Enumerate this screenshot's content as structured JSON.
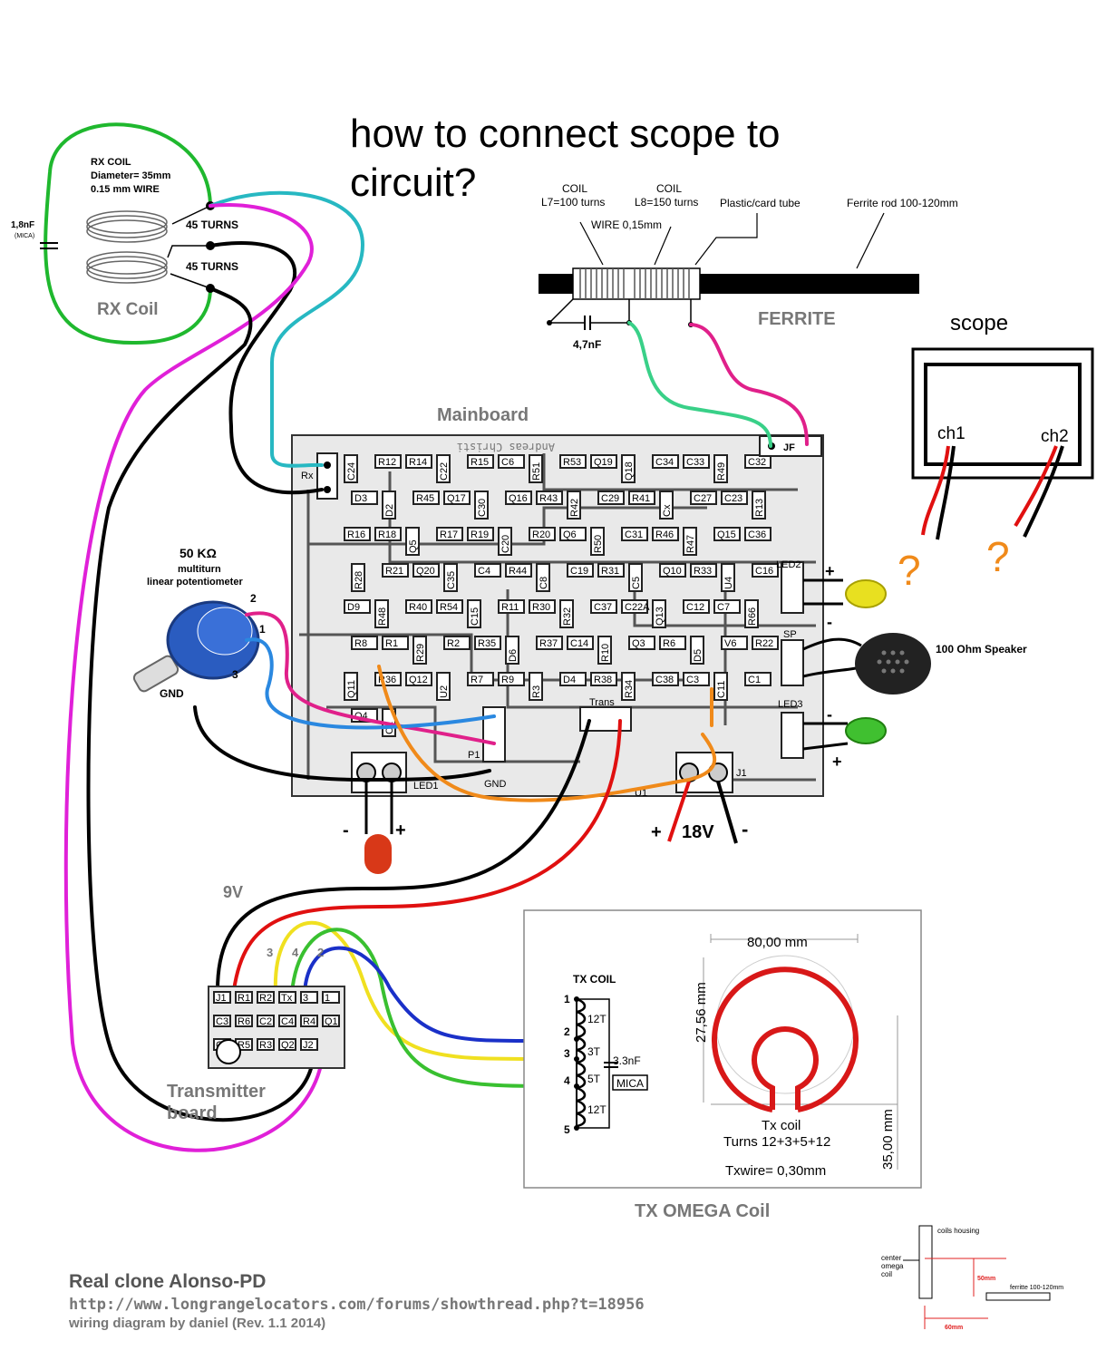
{
  "question": {
    "line1": "how to connect scope to",
    "line2": "circuit?"
  },
  "rx_coil": {
    "title": "RX COIL",
    "diameter": "Diameter= 35mm",
    "wire": "0.15 mm WIRE",
    "turns1": "45 TURNS",
    "turns2": "45 TURNS",
    "name": "RX Coil",
    "cap": "1,8nF",
    "cap_note": "(MICA)"
  },
  "ferrite": {
    "coil1": "COIL",
    "coil1_turns": "L7=100 turns",
    "coil2": "COIL",
    "coil2_turns": "L8=150 turns",
    "wire": "WIRE 0,15mm",
    "tube": "Plastic/card tube",
    "rod": "Ferrite rod 100-120mm",
    "cap": "4,7nF",
    "name": "FERRITE"
  },
  "scope": {
    "title": "scope",
    "ch1": "ch1",
    "ch2": "ch2",
    "q1": "?",
    "q2": "?"
  },
  "mainboard": {
    "title": "Mainboard",
    "author": "Andreas Christi",
    "rx": "Rx",
    "jf": "JF",
    "gnd": "GND",
    "p1": "P1",
    "led1": "LED1",
    "trans": "Trans",
    "j1": "J1",
    "u1": "U1",
    "led2": "LED2",
    "led3": "LED3",
    "sp": "SP"
  },
  "pot": {
    "value": "50 KΩ",
    "line2": "multiturn",
    "line3": "linear potentiometer",
    "pin1": "1",
    "pin2": "2",
    "pin3": "3",
    "gnd": "GND"
  },
  "speaker": {
    "label": "100 Ohm Speaker"
  },
  "power": {
    "v18": "18V",
    "plus": "+",
    "minus": "-",
    "v9": "9V"
  },
  "led_marks": {
    "plus": "+",
    "minus": "-"
  },
  "tx_board": {
    "title1": "Transmitter",
    "title2": "board",
    "n3": "3",
    "n4": "4",
    "n2": "2"
  },
  "tx_coil": {
    "title": "TX COIL",
    "taps": [
      "1",
      "2",
      "3",
      "4",
      "5"
    ],
    "t1": "12T",
    "t2": "3T",
    "t3": "5T",
    "t4": "12T",
    "cap": "3.3nF",
    "mica": "MICA",
    "width": "80,00 mm",
    "height": "27,56 mm",
    "outer": "35,00 mm",
    "name": "Tx coil",
    "turns": "Turns 12+3+5+12",
    "wire": "Txwire= 0,30mm",
    "section": "TX OMEGA Coil"
  },
  "housing": {
    "title": "coils housing",
    "center": "center",
    "omega": "omega",
    "coil": "coil",
    "d1": "50mm",
    "d2": "60mm",
    "rod": "ferritte 100-120mm"
  },
  "footer": {
    "title": "Real clone Alonso-PD",
    "url": "http://www.longrangelocators.com/forums/showthread.php?t=18956",
    "credit": "wiring diagram by daniel (Rev. 1.1 2014)"
  },
  "components": [
    "C24",
    "R12",
    "R14",
    "C22",
    "R15",
    "C6",
    "R51",
    "R53",
    "Q19",
    "Q18",
    "C34",
    "C33",
    "R49",
    "C32",
    "D3",
    "D2",
    "R45",
    "Q17",
    "C30",
    "Q16",
    "R43",
    "R42",
    "C29",
    "R41",
    "Cx",
    "C27",
    "C23",
    "R13",
    "R16",
    "R18",
    "Q5",
    "R17",
    "R19",
    "C20",
    "R20",
    "Q6",
    "R50",
    "C31",
    "R46",
    "R47",
    "Q15",
    "C36",
    "R28",
    "R21",
    "Q20",
    "C35",
    "C4",
    "R44",
    "C8",
    "C19",
    "R31",
    "C5",
    "Q10",
    "R33",
    "U4",
    "C16",
    "D9",
    "R48",
    "R40",
    "R54",
    "C15",
    "R11",
    "R30",
    "R32",
    "C37",
    "C22A",
    "Q13",
    "C12",
    "C7",
    "R66",
    "R8",
    "R1",
    "R29",
    "R2",
    "R35",
    "D6",
    "R37",
    "C14",
    "R10",
    "Q3",
    "R6",
    "D5",
    "V6",
    "R22",
    "Q11",
    "R36",
    "Q12",
    "U2",
    "R7",
    "R9",
    "R3",
    "D4",
    "R38",
    "R34",
    "C38",
    "C3",
    "C11",
    "C1",
    "Q4",
    "C2"
  ],
  "tx_components": [
    "J1",
    "R1",
    "R2",
    "Tx",
    "3",
    "1",
    "C3",
    "R6",
    "C2",
    "C4",
    "R4",
    "Q1",
    "C1",
    "R5",
    "R3",
    "Q2",
    "J2"
  ]
}
